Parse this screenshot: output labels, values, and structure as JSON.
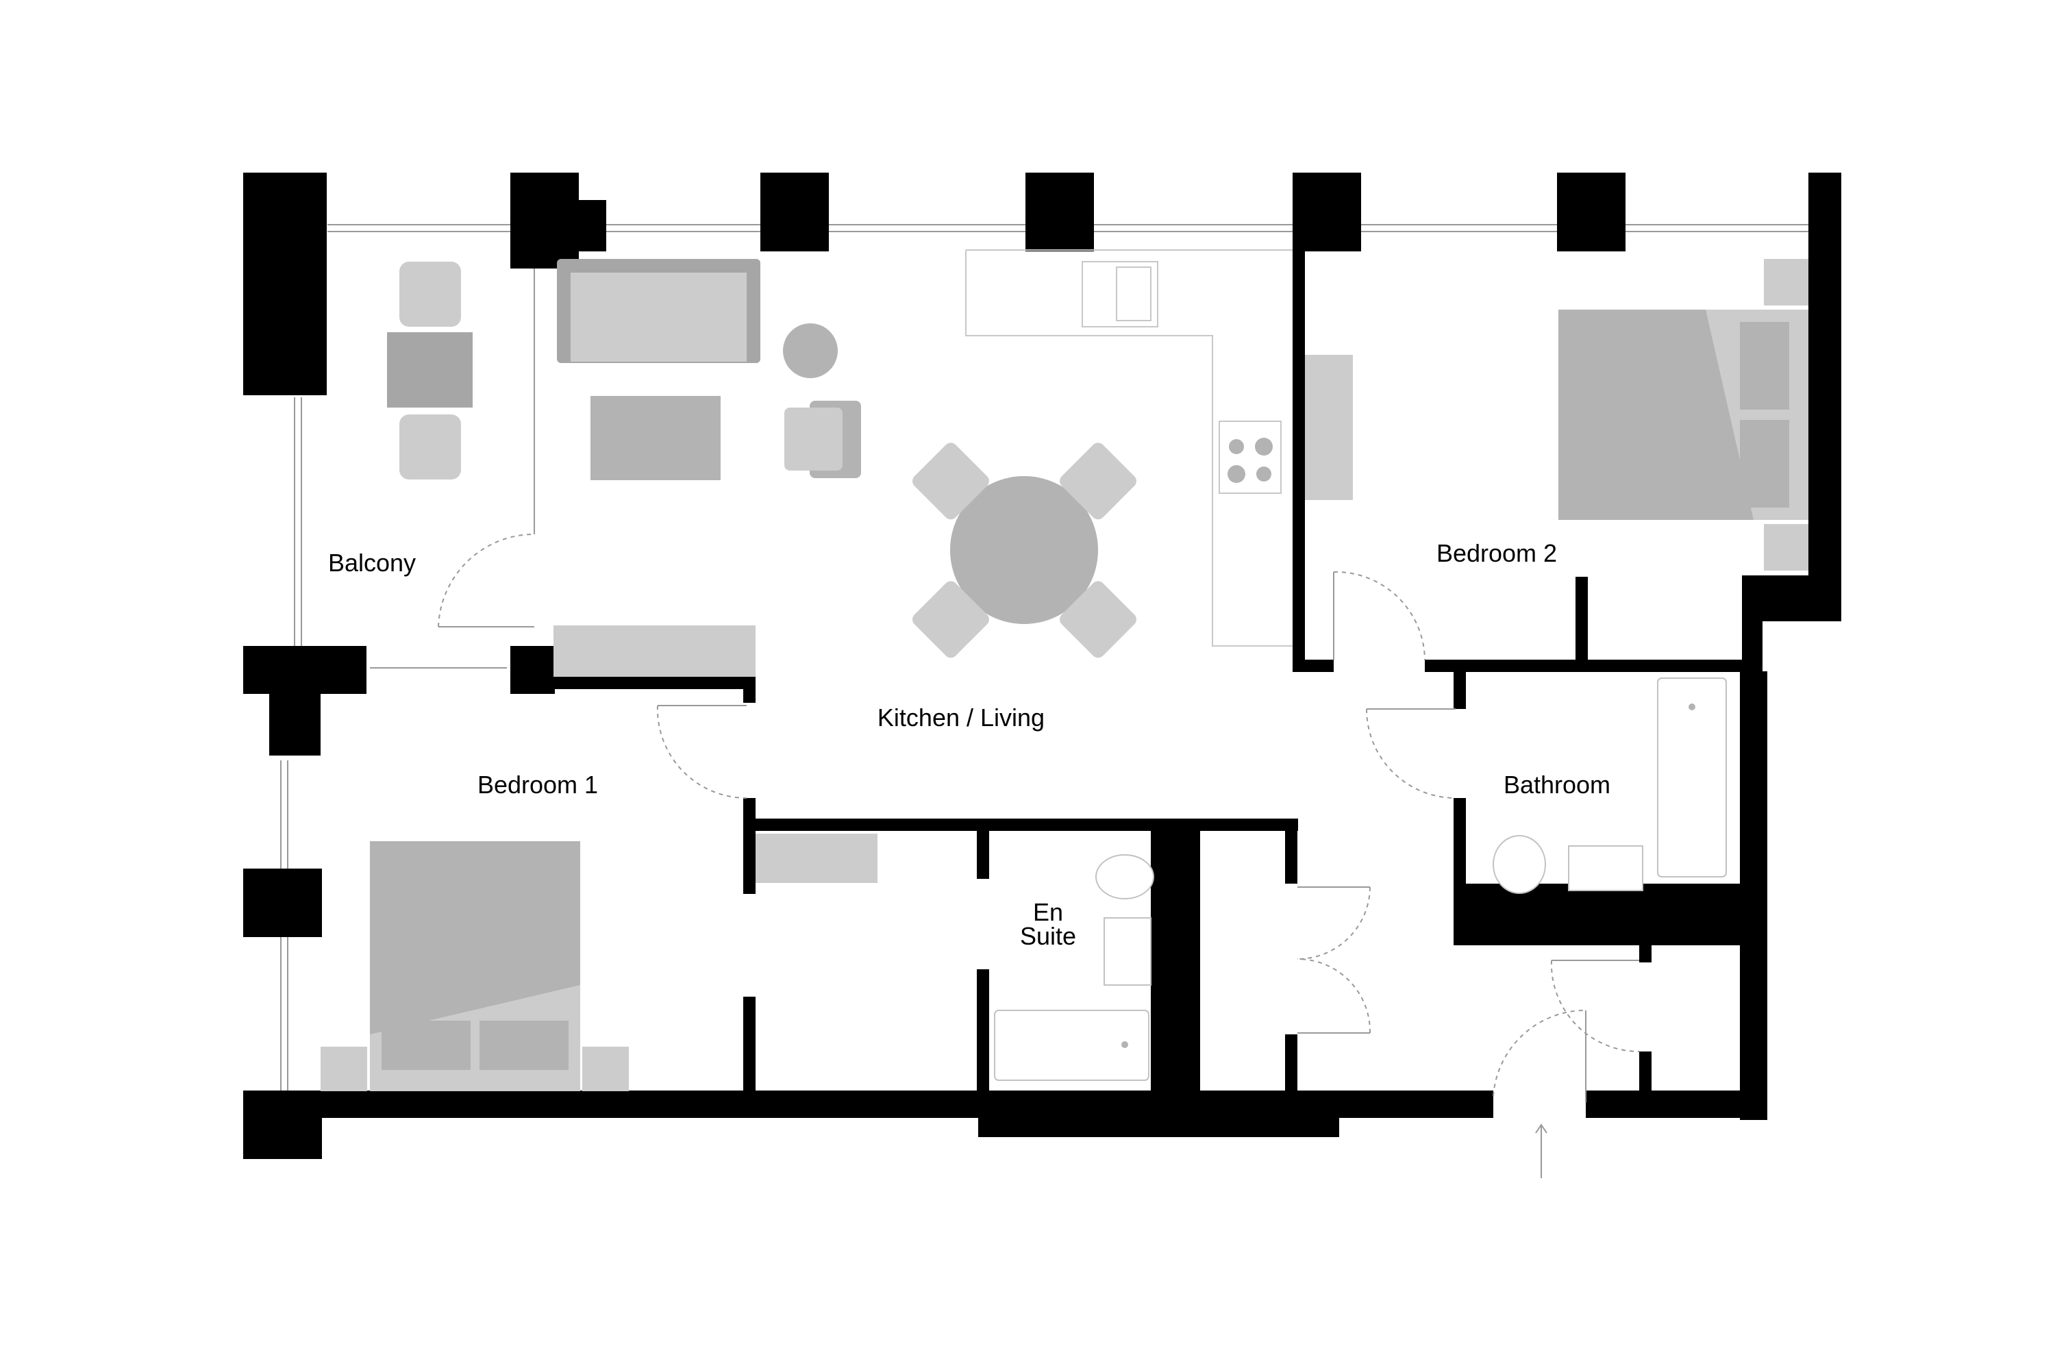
{
  "plan": {
    "rooms": {
      "balcony": "Balcony",
      "kitchen_living": "Kitchen / Living",
      "bedroom_1": "Bedroom 1",
      "bedroom_2": "Bedroom 2",
      "bathroom": "Bathroom",
      "en_suite_line1": "En",
      "en_suite_line2": "Suite"
    },
    "colors": {
      "wall": "#000000",
      "furniture_light": "#cccccc",
      "furniture_mid": "#b3b3b3",
      "door_line": "#999999"
    },
    "icons": {
      "entrance": "arrow-up-icon"
    }
  }
}
